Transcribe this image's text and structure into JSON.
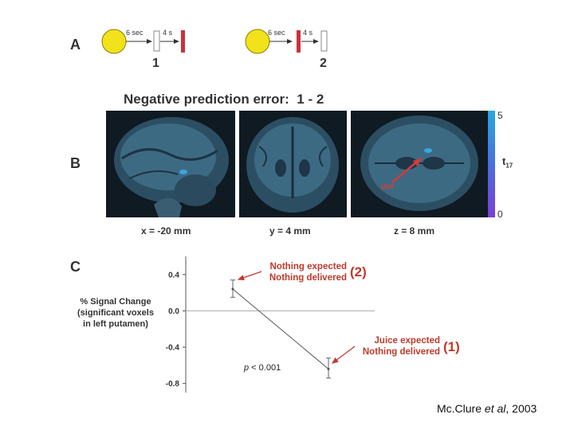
{
  "panel_labels": {
    "a": "A",
    "b": "B",
    "c": "C"
  },
  "paradigm": [
    {
      "delay1": "6 sec",
      "delay2": "4 s",
      "number": "1"
    },
    {
      "delay1": "6 sec",
      "delay2": "4 s",
      "number": "2"
    }
  ],
  "heading": "Negative prediction error:  1 - 2",
  "brain_slices": {
    "coords": [
      "x = -20 mm",
      "y = 4 mm",
      "z = 8 mm"
    ],
    "arrow_label": "put"
  },
  "colorbar": {
    "max": "5",
    "min": "0",
    "label": "t",
    "subscript": "17",
    "colors": [
      "#2aa7e0",
      "#7a3fd8"
    ]
  },
  "chart_data": {
    "type": "line",
    "ylabel": [
      "% Signal Change",
      "(significant voxels",
      "in left putamen)"
    ],
    "yticks": [
      "0.4",
      "0.0",
      "-0.4",
      "-0.8"
    ],
    "ylim": [
      -0.9,
      0.6
    ],
    "x": [
      "(2)",
      "(1)"
    ],
    "values": [
      0.24,
      -0.64
    ],
    "error": [
      [
        0.15,
        0.34
      ],
      [
        -0.74,
        -0.52
      ]
    ],
    "annotations": [
      {
        "lines": [
          "Nothing expected",
          "Nothing delivered"
        ],
        "number": "(2)"
      },
      {
        "lines": [
          "Juice expected",
          "Nothing delivered"
        ],
        "number": "(1)"
      }
    ],
    "pvalue": {
      "p": "p",
      "rest": " < 0.001"
    }
  },
  "citation": {
    "authors": "Mc.Clure ",
    "etal": "et al",
    "year": ", 2003"
  },
  "colors": {
    "accent_red": "#c0392b",
    "circle_yellow": "#f2e21b",
    "marker_red": "#c8323a"
  }
}
